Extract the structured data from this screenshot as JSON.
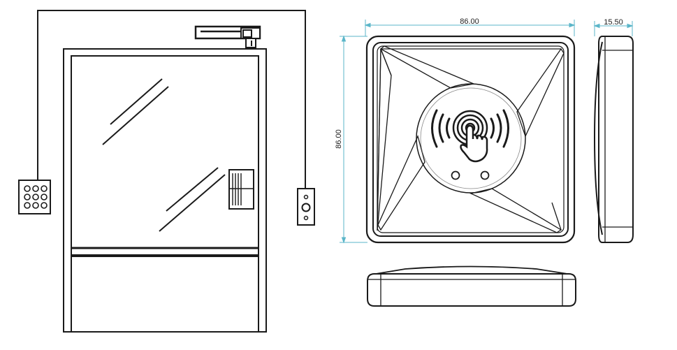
{
  "dimensions": {
    "front_width": "86.00",
    "front_height": "86.00",
    "side_depth": "15.50"
  },
  "colors": {
    "line": "#1a1a1a",
    "dimension_line": "#5bb6c9",
    "dimension_text": "#222222"
  },
  "icons": {
    "keypad": "keypad-icon",
    "exit_button": "exit-button-icon",
    "touch": "touch-finger-icon"
  }
}
